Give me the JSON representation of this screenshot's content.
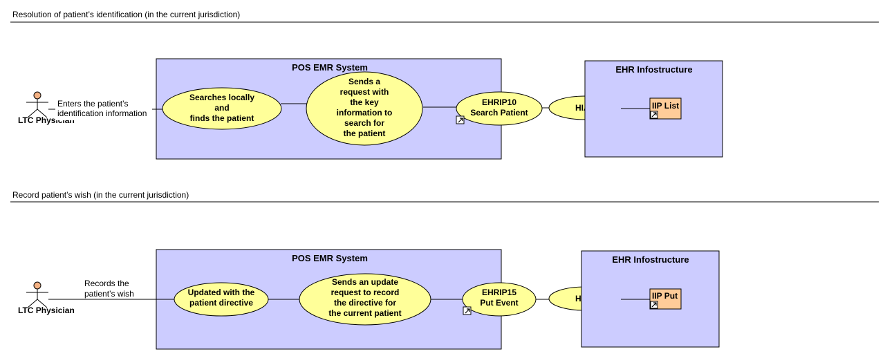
{
  "colors": {
    "system_fill": "#ccccff",
    "usecase_fill": "#ffff99",
    "iip_fill": "#ffcc99",
    "actor_head": "#f4b183",
    "line": "#000000"
  },
  "icons": {
    "link": "shortcut-arrow-icon",
    "actor": "stick-figure-icon"
  },
  "sections": [
    {
      "title": "Resolution of patient’s identification (in the current jurisdiction)",
      "actor": {
        "name": "LTC Physician"
      },
      "note": [
        "Enters the patient’s",
        "identification information"
      ],
      "system": {
        "title": "POS EMR System",
        "usecases": [
          [
            "Searches locally",
            "and",
            "finds the patient"
          ],
          [
            "Sends a",
            "request with",
            "the key",
            "information to",
            "search for",
            "the patient"
          ],
          [
            "EHRIP10",
            "Search Patient"
          ]
        ]
      },
      "hial": [
        "HIAL"
      ],
      "infrastructure": {
        "title": "EHR Infostructure",
        "iip": "IIP List"
      }
    },
    {
      "title": "Record patient’s wish (in the current jurisdiction)",
      "actor": {
        "name": "LTC Physician"
      },
      "note": [
        "Records the",
        "patient’s wish"
      ],
      "system": {
        "title": "POS EMR System",
        "usecases": [
          [
            "Updated with the",
            "patient directive"
          ],
          [
            "Sends an update",
            "request to record",
            "the directive for",
            "the current patient"
          ],
          [
            "EHRIP15",
            "Put Event"
          ]
        ]
      },
      "hial": [
        "HIAL"
      ],
      "infrastructure": {
        "title": "EHR Infostructure",
        "iip": "IIP Put"
      }
    }
  ]
}
